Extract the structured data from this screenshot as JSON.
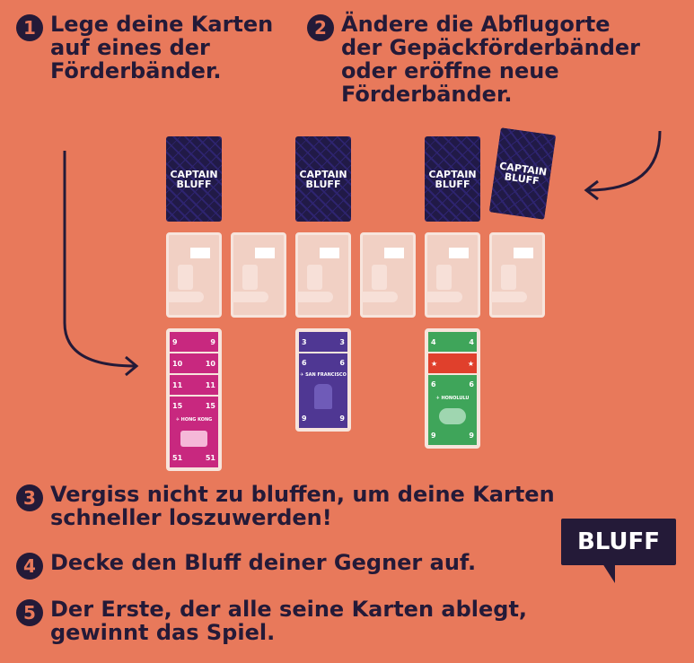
{
  "steps": [
    {
      "num": "1",
      "text": "Lege deine Karten\nauf eines der\nFörderbänder."
    },
    {
      "num": "2",
      "text": "Ändere die Abflugorte\nder Gepäckförderbänder\noder eröffne neue\nFörderbänder."
    },
    {
      "num": "3",
      "text": "Vergiss nicht zu bluffen, um deine Karten\nschneller loszuwerden!"
    },
    {
      "num": "4",
      "text": "Decke den Bluff deiner Gegner auf."
    },
    {
      "num": "5",
      "text": "Der Erste, der alle seine Karten ablegt,\ngewinnt das Spiel."
    }
  ],
  "card_back": {
    "line1": "CAPTAIN",
    "line2": "BLUFF"
  },
  "bubble": "BLUFF",
  "cards": {
    "pink": {
      "bands": [
        "9",
        "10",
        "11"
      ],
      "top": "15",
      "bottom": "51",
      "city": "✈ HONG KONG",
      "color": "#c8287f"
    },
    "purple": {
      "bands": [
        "3"
      ],
      "top": "6",
      "bottom": "9",
      "city": "✈ SAN FRANCISCO",
      "color": "#4f3793"
    },
    "green": {
      "bands": [
        "4",
        "★"
      ],
      "top": "6",
      "bottom": "9",
      "city": "✈ HONOLULU",
      "color": "#3fa55a",
      "star_color": "#e0402c"
    }
  },
  "colors": {
    "background": "#E8795B",
    "text": "#241a38"
  }
}
